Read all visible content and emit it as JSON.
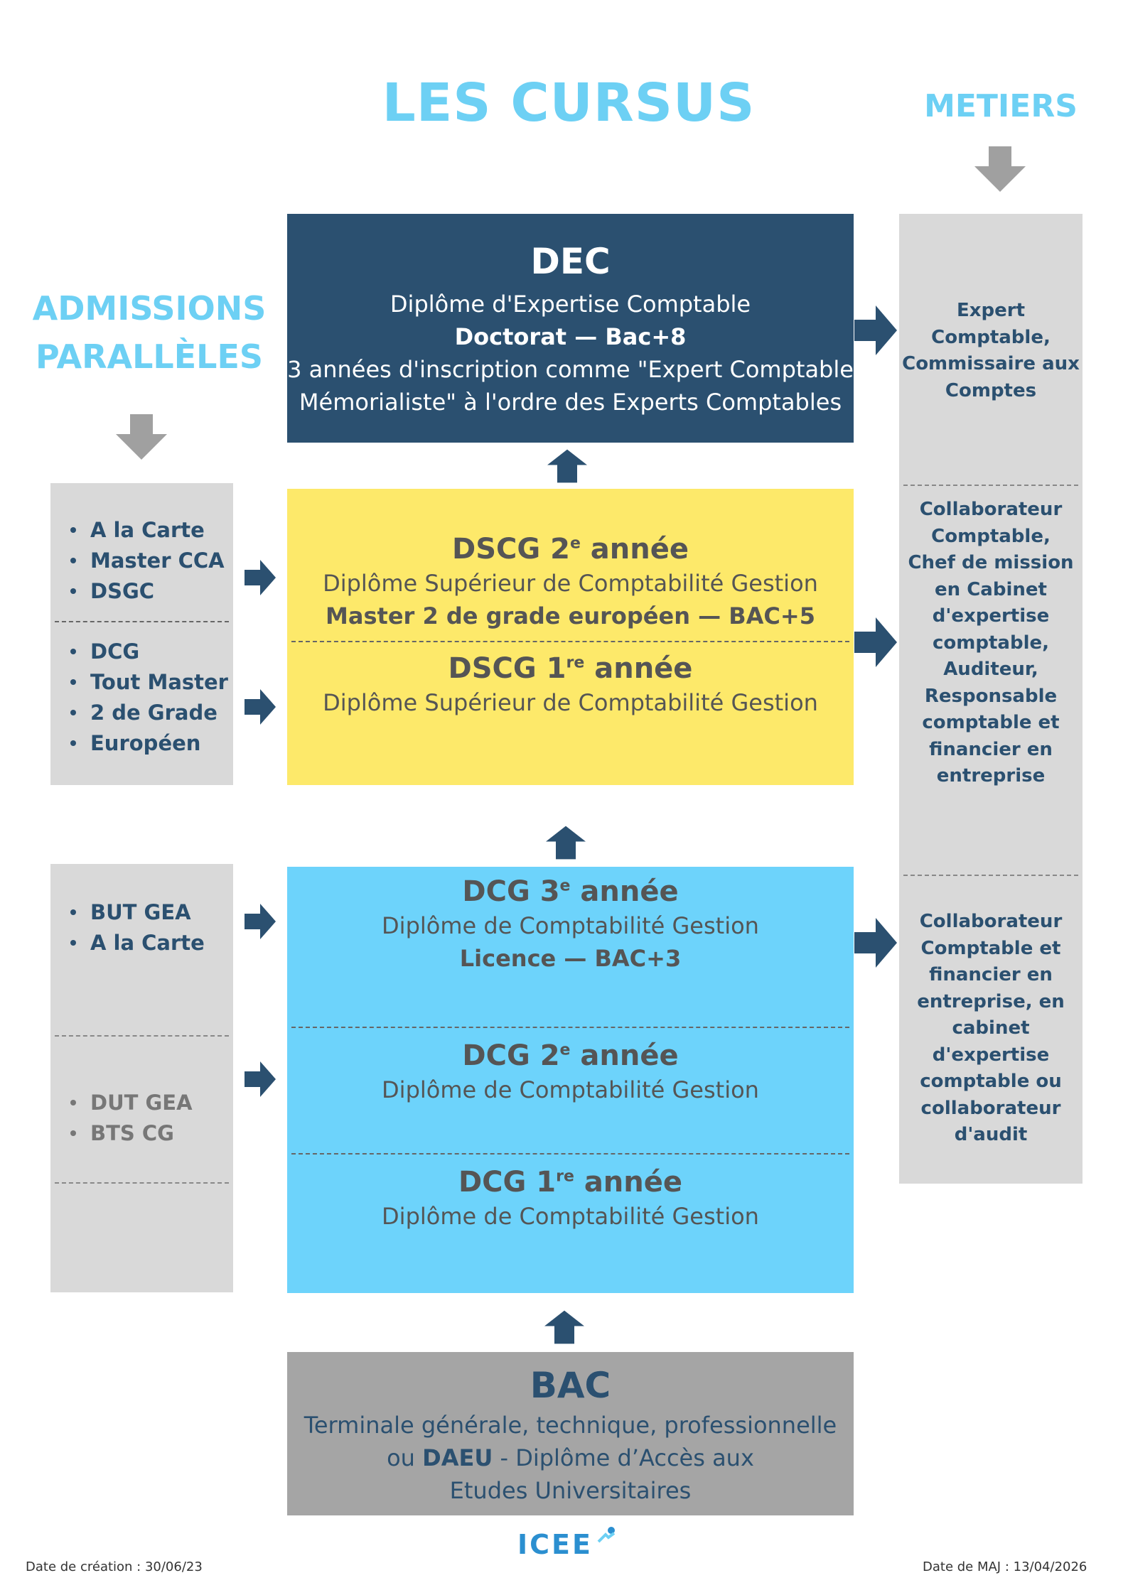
{
  "header": {
    "title": "LES CURSUS",
    "metiers": "METIERS",
    "admissions_line1": "ADMISSIONS",
    "admissions_line2": "PARALLÈLES"
  },
  "dec": {
    "title": "DEC",
    "line1": "Diplôme d'Expertise Comptable",
    "line2": "Doctorat — Bac+8",
    "line3": "3 années d'inscription comme \"Expert Comptable",
    "line4": "Mémorialiste\" à l'ordre des Experts Comptables"
  },
  "dscg": {
    "year2": {
      "prefix": "DSCG 2",
      "sup": "e",
      "suffix": " année",
      "line1": "Diplôme Supérieur de Comptabilité Gestion",
      "line2": "Master 2 de grade européen — BAC+5"
    },
    "year1": {
      "prefix": "DSCG 1",
      "sup": "re",
      "suffix": " année",
      "line1": "Diplôme Supérieur de Comptabilité Gestion"
    }
  },
  "dcg": {
    "year3": {
      "prefix": "DCG 3",
      "sup": "e",
      "suffix": " année",
      "line1": "Diplôme de Comptabilité Gestion",
      "line2": "Licence — BAC+3"
    },
    "year2": {
      "prefix": "DCG 2",
      "sup": "e",
      "suffix": " année",
      "line1": "Diplôme de Comptabilité Gestion"
    },
    "year1": {
      "prefix": "DCG 1",
      "sup": "re",
      "suffix": " année",
      "line1": "Diplôme de Comptabilité Gestion"
    }
  },
  "bac": {
    "title": "BAC",
    "line1": "Terminale générale, technique, professionnelle",
    "line2_prefix": "ou ",
    "line2_bold": "DAEU",
    "line2_suffix": " - Diplôme d’Accès aux",
    "line3": "Etudes Universitaires"
  },
  "admissions": {
    "dscg_group1": [
      "A la Carte",
      "Master CCA",
      "DSGC"
    ],
    "dscg_group2": [
      "DCG",
      "Tout Master",
      "2 de Grade",
      "Européen"
    ],
    "dcg_group1": [
      "BUT GEA",
      "A la Carte"
    ],
    "dcg_group2": [
      "DUT GEA",
      "BTS CG"
    ]
  },
  "metiers": {
    "dec": [
      "Expert Comptable,",
      "Commissaire aux",
      "Comptes"
    ],
    "dscg": [
      "Collaborateur",
      "Comptable,",
      "Chef de mission",
      "en Cabinet",
      "d'expertise",
      "comptable,",
      "Auditeur,",
      "Responsable",
      "comptable et",
      "financier en",
      "entreprise"
    ],
    "dcg": [
      "Collaborateur",
      "Comptable et",
      "financier en",
      "entreprise, en",
      "cabinet",
      "d'expertise",
      "comptable ou",
      "collaborateur",
      "d'audit"
    ]
  },
  "logo": {
    "text": "ICEE"
  },
  "footer": {
    "created": "Date de création : 30/06/23",
    "updated": "Date de MAJ : 13/04/2026"
  },
  "colors": {
    "accent": "#6dd0f4",
    "navy": "#2b5070",
    "yellow": "#fde96a",
    "cyan": "#6dd3fb",
    "grey_box": "#a5a5a5",
    "grey_panel": "#d9d9d9",
    "grey_arrow": "#a0a0a0"
  }
}
